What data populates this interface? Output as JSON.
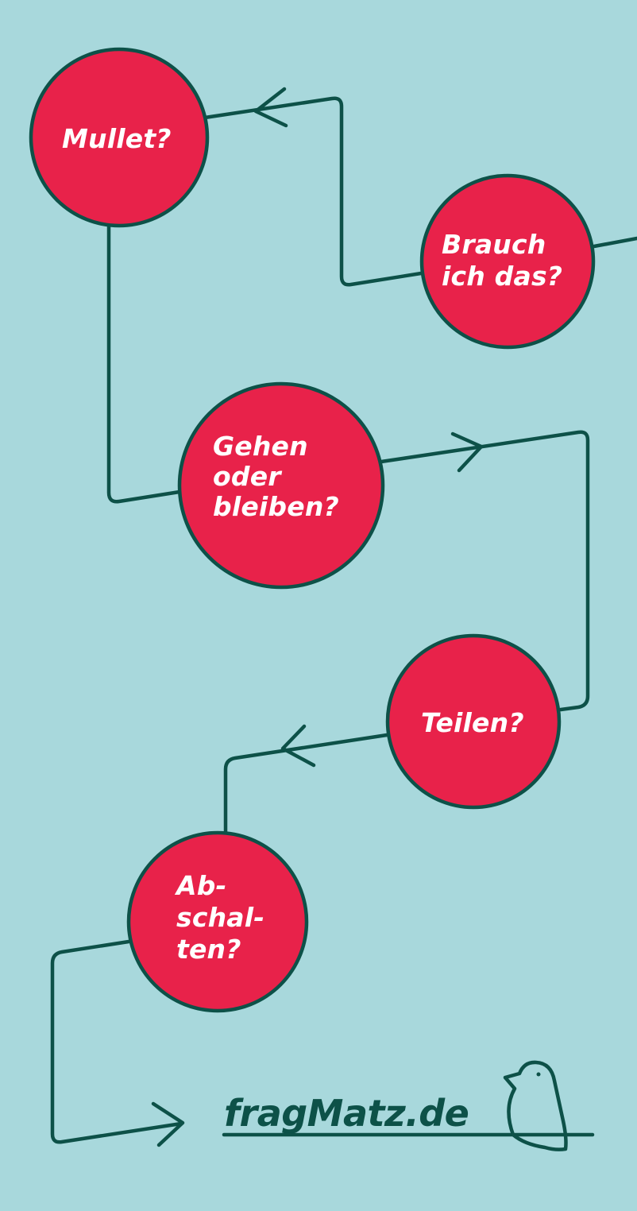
{
  "colors": {
    "background": "#a8d8dc",
    "node_fill": "#e8224a",
    "line": "#0d5148",
    "node_text": "#ffffff"
  },
  "nodes": [
    {
      "id": "mullet",
      "lines": [
        "Mullet?"
      ]
    },
    {
      "id": "brauch",
      "lines": [
        "Brauch",
        "ich das?"
      ]
    },
    {
      "id": "gehen",
      "lines": [
        "Gehen",
        "oder",
        "bleiben?"
      ]
    },
    {
      "id": "teilen",
      "lines": [
        "Teilen?"
      ]
    },
    {
      "id": "abschalten",
      "lines": [
        "Ab-",
        "schal-",
        "ten?"
      ]
    }
  ],
  "logo": {
    "text": "fragMatz.de",
    "icon": "bird-icon"
  }
}
